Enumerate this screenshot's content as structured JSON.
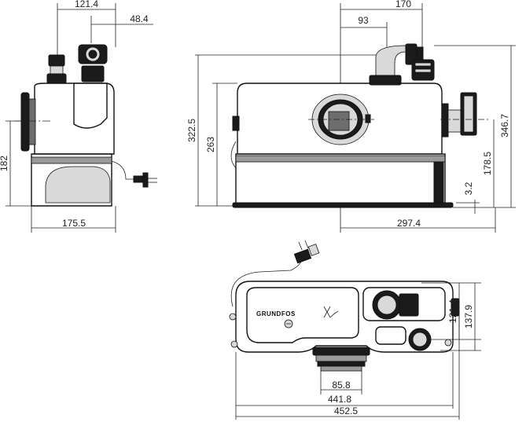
{
  "side_view": {
    "dim_top_outlet_offset": "121.4",
    "dim_top_small_offset": "48.4",
    "dim_inlet_height": "182",
    "dim_depth": "175.5"
  },
  "front_view": {
    "dim_outlet_horizontal": "170",
    "dim_outlet_pipe_offset": "93",
    "dim_total_height": "322.5",
    "dim_body_height": "263",
    "dim_side_inlet_height": "178.5",
    "dim_foot_height": "3.2",
    "dim_right_height": "346.7",
    "dim_depth_right": "297.4"
  },
  "top_view": {
    "brand_logo": "GRUNDFOS",
    "dim_outlet_depth": "121.4",
    "dim_overall_depth": "137.9",
    "dim_inlet_width": "85.8",
    "dim_body_length": "441.8",
    "dim_overall_length": "452.5"
  }
}
